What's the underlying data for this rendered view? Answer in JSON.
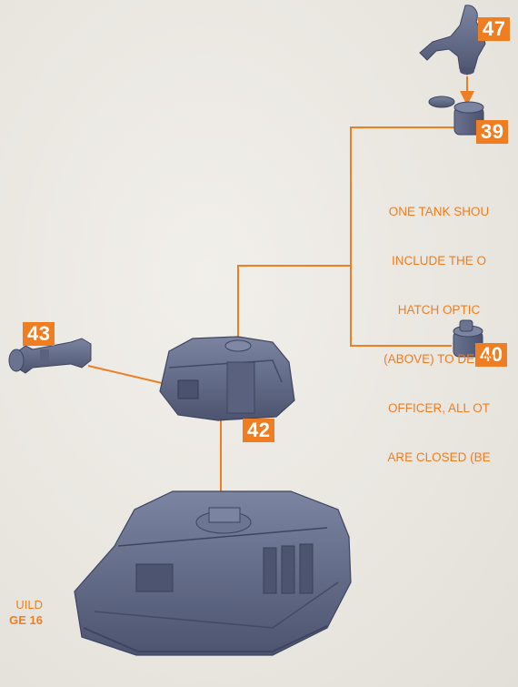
{
  "parts": {
    "p47": "47",
    "p39": "39",
    "p40": "40",
    "p43": "43",
    "p42": "42"
  },
  "note": {
    "lines": [
      "ONE TANK SHOU",
      "INCLUDE THE O",
      "HATCH OPTIC",
      "(ABOVE) TO DEFIN",
      "OFFICER, ALL OT",
      "ARE CLOSED (BE"
    ]
  },
  "build_ref": {
    "line1": "UILD",
    "line2": "GE 16"
  },
  "colors": {
    "accent": "#ef7d22",
    "model": "#5f6781"
  }
}
